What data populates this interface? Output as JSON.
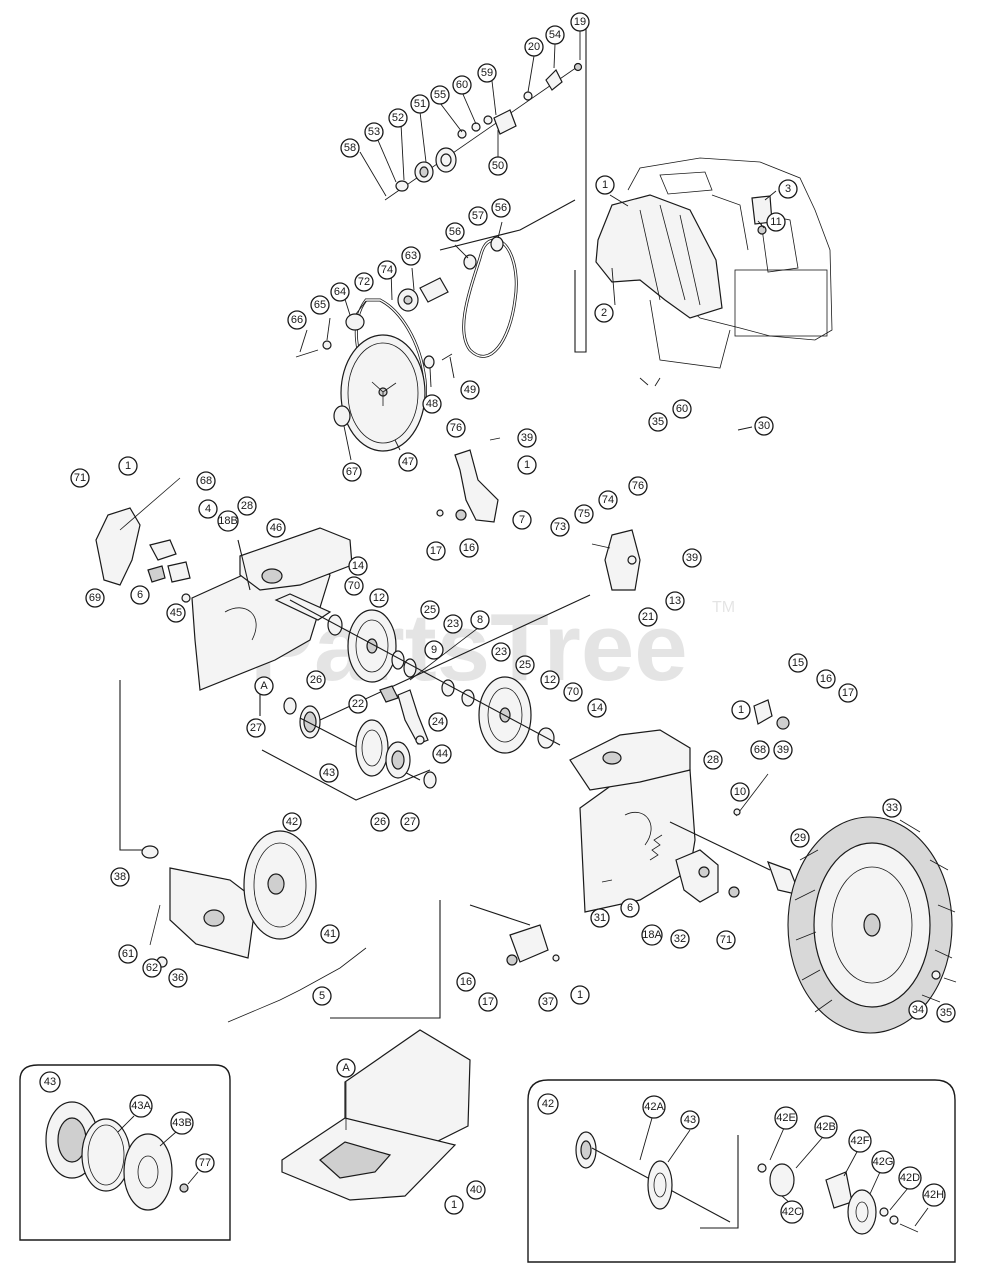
{
  "watermark": {
    "brand": "PartsTree",
    "mark": "TM"
  },
  "callouts": {
    "c1a": "1",
    "c1b": "1",
    "c1c": "1",
    "c1d": "1",
    "c1e": "1",
    "c1f": "1",
    "c2": "2",
    "c3": "3",
    "c4": "4",
    "c5": "5",
    "c6a": "6",
    "c6b": "6",
    "c7": "7",
    "c8": "8",
    "c9": "9",
    "c10": "10",
    "c11": "11",
    "c12a": "12",
    "c12b": "12",
    "c13": "13",
    "c14a": "14",
    "c14b": "14",
    "c15": "15",
    "c16a": "16",
    "c16b": "16",
    "c16c": "16",
    "c17a": "17",
    "c17b": "17",
    "c17c": "17",
    "c18a": "18A",
    "c18b": "18B",
    "c19": "19",
    "c20": "20",
    "c21": "21",
    "c22": "22",
    "c23a": "23",
    "c23b": "23",
    "c24": "24",
    "c25a": "25",
    "c25b": "25",
    "c26a": "26",
    "c26b": "26",
    "c27a": "27",
    "c27b": "27",
    "c28a": "28",
    "c28b": "28",
    "c29": "29",
    "c30": "30",
    "c31": "31",
    "c32": "32",
    "c33": "33",
    "c34": "34",
    "c35a": "35",
    "c35b": "35",
    "c36": "36",
    "c37": "37",
    "c38": "38",
    "c39a": "39",
    "c39b": "39",
    "c39c": "39",
    "c40": "40",
    "c41": "41",
    "c42": "42",
    "c43": "43",
    "c44": "44",
    "c45": "45",
    "c46": "46",
    "c47": "47",
    "c48": "48",
    "c49": "49",
    "c50": "50",
    "c51": "51",
    "c52": "52",
    "c53": "53",
    "c54": "54",
    "c55": "55",
    "c56a": "56",
    "c56b": "56",
    "c57": "57",
    "c58": "58",
    "c59": "59",
    "c60a": "60",
    "c60b": "60",
    "c61": "61",
    "c62": "62",
    "c63": "63",
    "c64": "64",
    "c65": "65",
    "c66": "66",
    "c67": "67",
    "c68a": "68",
    "c68b": "68",
    "c69": "69",
    "c70a": "70",
    "c70b": "70",
    "c71a": "71",
    "c71b": "71",
    "c72": "72",
    "c73": "73",
    "c74": "74",
    "c75": "75",
    "c76a": "76",
    "c76b": "76",
    "cAa": "A",
    "cAb": "A"
  },
  "inset_43": {
    "title": "43",
    "a": "43A",
    "b": "43B",
    "c77": "77"
  },
  "inset_42": {
    "title": "42",
    "a": "42A",
    "c43": "43",
    "b": "42B",
    "c": "42C",
    "d": "42D",
    "e": "42E",
    "f": "42F",
    "g": "42G",
    "h": "42H"
  }
}
